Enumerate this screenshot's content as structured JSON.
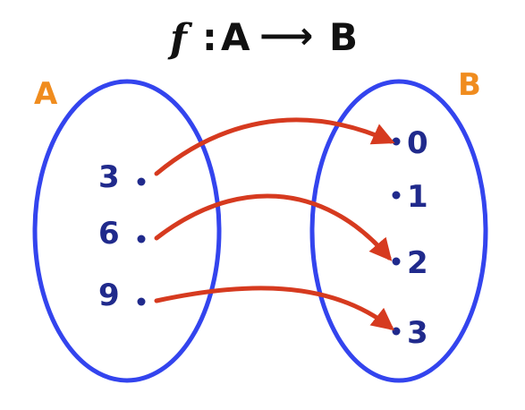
{
  "title": {
    "func": "f",
    "colon": ":",
    "domain": "A",
    "arrow": "⟶",
    "codomain": "B"
  },
  "set_a": {
    "label": "A",
    "elements": [
      "3",
      "6",
      "9"
    ]
  },
  "set_b": {
    "label": "B",
    "elements": [
      "0",
      "1",
      "2",
      "3"
    ]
  },
  "mappings": [
    {
      "from": "3",
      "to": "0"
    },
    {
      "from": "6",
      "to": "2"
    },
    {
      "from": "9",
      "to": "3"
    }
  ],
  "colors": {
    "ellipse": "#3344ee",
    "label": "#f08c1e",
    "element": "#202a8c",
    "arrow": "#d63a1f",
    "title": "#111111"
  }
}
